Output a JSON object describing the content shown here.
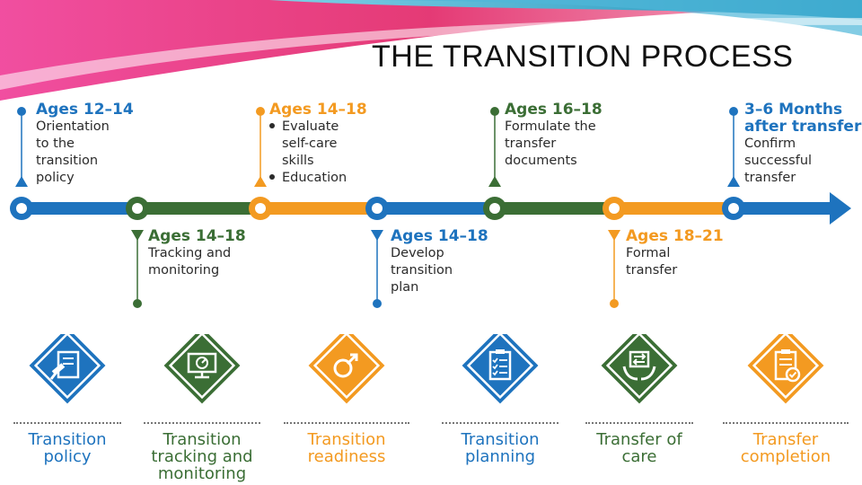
{
  "slide": {
    "title": "THE TRANSITION PROCESS"
  },
  "colors": {
    "blue": "#1e73be",
    "green": "#3b6e35",
    "orange": "#f39a21",
    "header_pink": "#e3306e",
    "header_teal": "#2aa7c8"
  },
  "milestones": [
    {
      "age": "Ages 12–14",
      "lines": [
        "Orientation",
        "to the",
        "transition",
        "policy"
      ],
      "color": "blue",
      "position": "above"
    },
    {
      "age": "Ages 14–18",
      "lines": [
        "Tracking and",
        "monitoring"
      ],
      "color": "green",
      "position": "below"
    },
    {
      "age": "Ages 14–18",
      "bullets": [
        "Evaluate",
        "self-care",
        "skills",
        "Education"
      ],
      "color": "orange",
      "position": "above"
    },
    {
      "age": "Ages 14–18",
      "lines": [
        "Develop",
        "transition",
        "plan"
      ],
      "color": "blue",
      "position": "below"
    },
    {
      "age": "Ages 16–18",
      "lines": [
        "Formulate the",
        "transfer",
        "documents"
      ],
      "color": "green",
      "position": "above"
    },
    {
      "age": "Ages 18–21",
      "lines": [
        "Formal",
        "transfer"
      ],
      "color": "orange",
      "position": "below"
    },
    {
      "age": "3–6 Months after transfer",
      "age_lines": [
        "3–6 Months",
        "after transfer"
      ],
      "lines": [
        "Confirm",
        "successful",
        "transfer"
      ],
      "color": "blue",
      "position": "above"
    }
  ],
  "phases": [
    {
      "icon": "document-gavel-icon",
      "label_lines": [
        "Transition",
        "policy"
      ],
      "color": "blue"
    },
    {
      "icon": "monitor-chart-icon",
      "label_lines": [
        "Transition",
        "tracking and",
        "monitoring"
      ],
      "color": "green"
    },
    {
      "icon": "link-arrow-icon",
      "label_lines": [
        "Transition",
        "readiness"
      ],
      "color": "orange"
    },
    {
      "icon": "clipboard-checklist-icon",
      "label_lines": [
        "Transition",
        "planning"
      ],
      "color": "blue"
    },
    {
      "icon": "hands-transfer-icon",
      "label_lines": [
        "Transfer of",
        "care"
      ],
      "color": "green"
    },
    {
      "icon": "clipboard-check-icon",
      "label_lines": [
        "Transfer",
        "completion"
      ],
      "color": "orange"
    }
  ]
}
